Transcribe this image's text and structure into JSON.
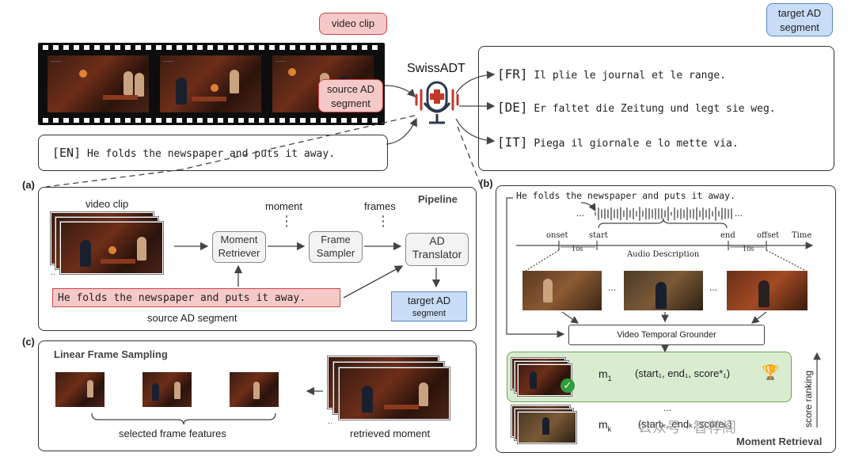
{
  "callouts": {
    "video_clip": "video clip",
    "target_ad_line1": "target AD",
    "target_ad_line2": "segment",
    "source_ad_line1": "source AD",
    "source_ad_line2": "segment"
  },
  "system_name": "SwissADT",
  "translations": [
    {
      "lang": "[FR]",
      "text": "Il plie le journal et le range."
    },
    {
      "lang": "[DE]",
      "text": "Er faltet die Zeitung und legt sie weg."
    },
    {
      "lang": "[IT]",
      "text": "Piega il giornale e lo mette via."
    }
  ],
  "source_sentence": {
    "lang": "[EN]",
    "text": "He folds the newspaper and puts it away."
  },
  "panel_a": {
    "label": "(a)",
    "title": "Pipeline",
    "video_clip": "video clip",
    "moment": "moment",
    "frames": "frames",
    "moment_retriever": [
      "Moment",
      "Retriever"
    ],
    "frame_sampler": [
      "Frame",
      "Sampler"
    ],
    "ad_translator": [
      "AD",
      "Translator"
    ],
    "sentence": "He folds the newspaper and puts it away.",
    "source_segment": "source AD segment",
    "target_segment": [
      "target AD",
      "segment"
    ]
  },
  "panel_b": {
    "label": "(b)",
    "sentence": "He folds the newspaper and puts it away.",
    "ellipsis": "...",
    "onset": "onset",
    "start": "start",
    "end": "end",
    "offset": "offset",
    "time": "Time",
    "gap1": "10s",
    "gap2": "10s",
    "audio_description": "Audio Description",
    "grounder": "Video Temporal Grounder",
    "m1": "m",
    "m1_sub": "1",
    "m1_tuple": "(start₁, end₁, score*₁)",
    "dots": "...",
    "mk": "m",
    "mk_sub": "k",
    "mk_tuple": "(startₖ, endₖ, scoreₖ)",
    "score_ranking": "score ranking",
    "title": "Moment Retrieval"
  },
  "panel_c": {
    "label": "(c)",
    "title": "Linear Frame Sampling",
    "selected": "selected frame features",
    "retrieved": "retrieved moment"
  },
  "watermark": "公众号 · 智荐阁",
  "colors": {
    "pink_fill": "#f6c9c9",
    "pink_border": "#c44444",
    "blue_fill": "#c9ddf6",
    "green_fill": "#d9ecd0",
    "green_border": "#6aa84f"
  }
}
